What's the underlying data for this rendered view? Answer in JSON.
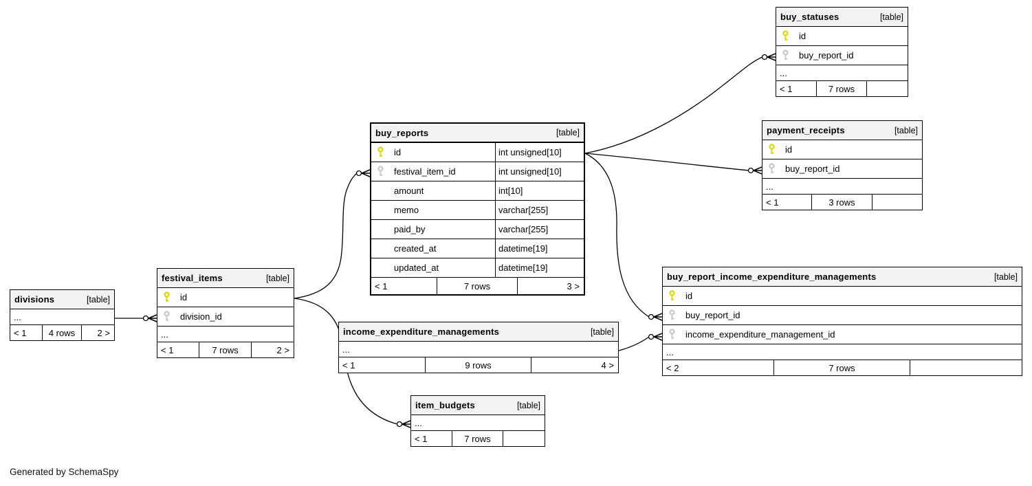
{
  "page": {
    "footer_note": "Generated by SchemaSpy"
  },
  "colors": {
    "primary_key": "#ddd600",
    "foreign_key": "#c8c8c8",
    "header_bg": "#f2f2f2",
    "border": "#000000"
  },
  "tables": [
    {
      "name": "divisions",
      "tag": "[table]",
      "columns": [
        {
          "name": "...",
          "key": "none"
        }
      ],
      "footer": [
        "< 1",
        "4 rows",
        "2 >"
      ]
    },
    {
      "name": "festival_items",
      "tag": "[table]",
      "columns": [
        {
          "name": "id",
          "key": "primary"
        },
        {
          "name": "division_id",
          "key": "foreign"
        },
        {
          "name": "...",
          "key": "none"
        }
      ],
      "footer": [
        "< 1",
        "7 rows",
        "2 >"
      ]
    },
    {
      "name": "buy_reports",
      "tag": "[table]",
      "emphasized": true,
      "columns": [
        {
          "name": "id",
          "key": "primary",
          "type": "int unsigned[10]"
        },
        {
          "name": "festival_item_id",
          "key": "foreign",
          "type": "int unsigned[10]"
        },
        {
          "name": "amount",
          "key": "none",
          "type": "int[10]"
        },
        {
          "name": "memo",
          "key": "none",
          "type": "varchar[255]"
        },
        {
          "name": "paid_by",
          "key": "none",
          "type": "varchar[255]"
        },
        {
          "name": "created_at",
          "key": "none",
          "type": "datetime[19]"
        },
        {
          "name": "updated_at",
          "key": "none",
          "type": "datetime[19]"
        }
      ],
      "footer": [
        "< 1",
        "7 rows",
        "3 >"
      ]
    },
    {
      "name": "income_expenditure_managements",
      "tag": "[table]",
      "columns": [
        {
          "name": "...",
          "key": "none"
        }
      ],
      "footer": [
        "< 1",
        "9 rows",
        "4 >"
      ]
    },
    {
      "name": "item_budgets",
      "tag": "[table]",
      "columns": [
        {
          "name": "...",
          "key": "none"
        }
      ],
      "footer": [
        "< 1",
        "7 rows",
        ""
      ]
    },
    {
      "name": "buy_statuses",
      "tag": "[table]",
      "columns": [
        {
          "name": "id",
          "key": "primary"
        },
        {
          "name": "buy_report_id",
          "key": "foreign"
        },
        {
          "name": "...",
          "key": "none"
        }
      ],
      "footer": [
        "< 1",
        "7 rows",
        ""
      ]
    },
    {
      "name": "payment_receipts",
      "tag": "[table]",
      "columns": [
        {
          "name": "id",
          "key": "primary"
        },
        {
          "name": "buy_report_id",
          "key": "foreign"
        },
        {
          "name": "...",
          "key": "none"
        }
      ],
      "footer": [
        "< 1",
        "3 rows",
        ""
      ]
    },
    {
      "name": "buy_report_income_expenditure_managements",
      "tag": "[table]",
      "columns": [
        {
          "name": "id",
          "key": "primary"
        },
        {
          "name": "buy_report_id",
          "key": "foreign"
        },
        {
          "name": "income_expenditure_management_id",
          "key": "foreign"
        },
        {
          "name": "...",
          "key": "none"
        }
      ],
      "footer": [
        "< 2",
        "7 rows",
        ""
      ]
    }
  ],
  "relationships": [
    {
      "from": "divisions",
      "to": "festival_items.division_id"
    },
    {
      "from": "festival_items.id",
      "to": "buy_reports.festival_item_id"
    },
    {
      "from": "festival_items.id",
      "to": "item_budgets"
    },
    {
      "from": "buy_reports.id",
      "to": "buy_statuses.buy_report_id"
    },
    {
      "from": "buy_reports.id",
      "to": "payment_receipts.buy_report_id"
    },
    {
      "from": "buy_reports.id",
      "to": "buy_report_income_expenditure_managements.buy_report_id"
    },
    {
      "from": "income_expenditure_managements",
      "to": "buy_report_income_expenditure_managements.income_expenditure_management_id"
    }
  ]
}
